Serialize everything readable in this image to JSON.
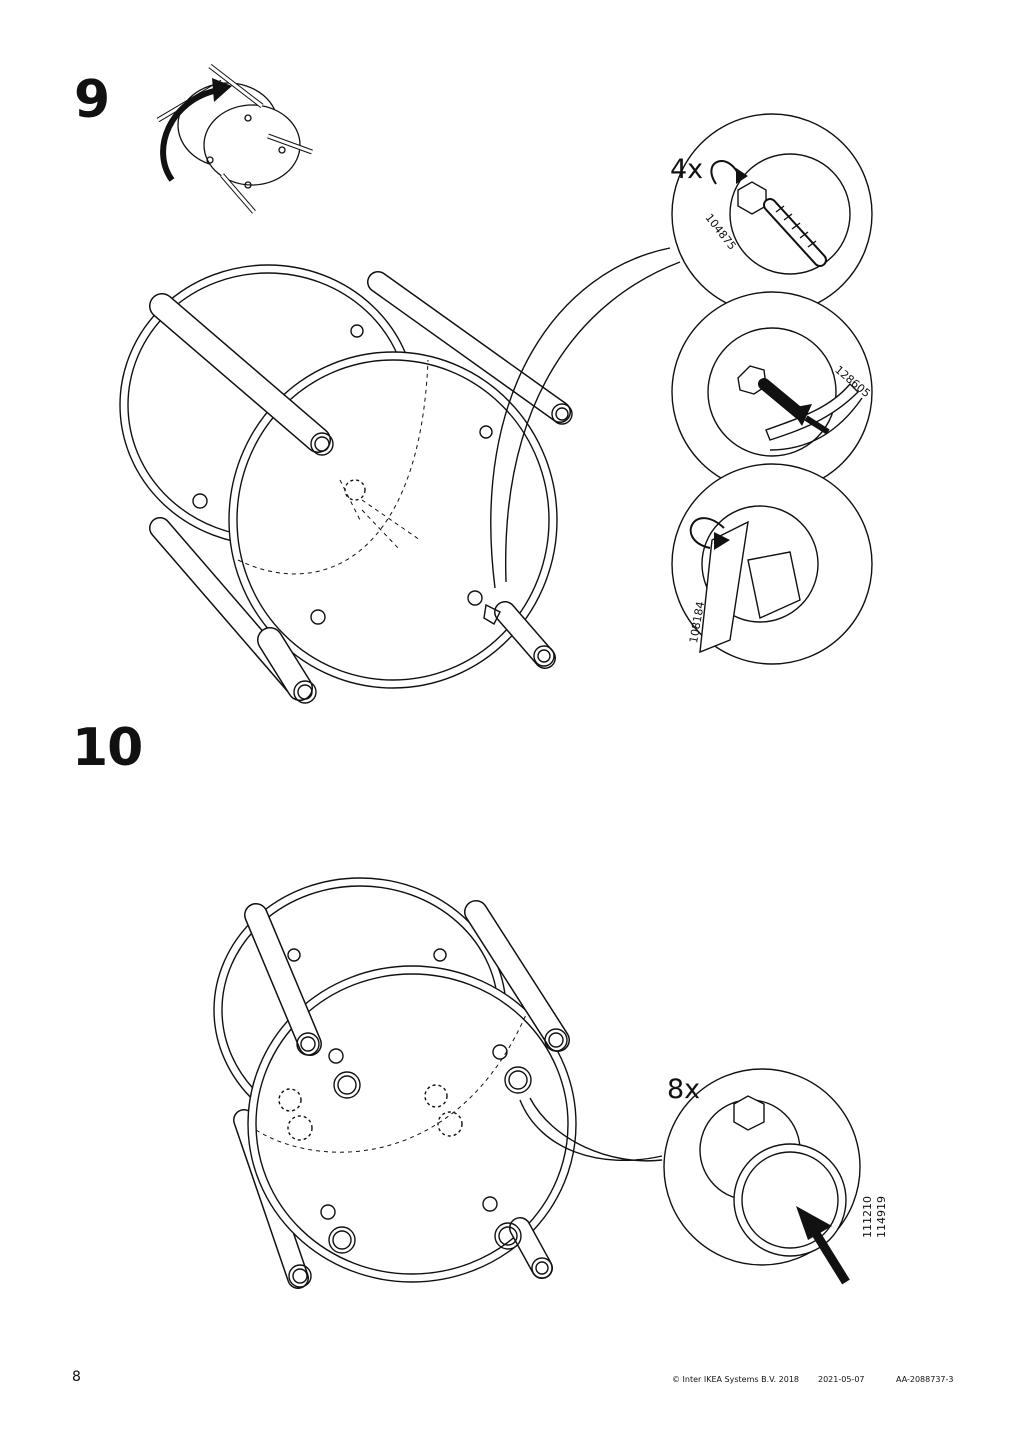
{
  "steps": [
    {
      "number": "9",
      "quantity": "4x",
      "part_numbers": [
        "104875",
        "128605",
        "108184"
      ]
    },
    {
      "number": "10",
      "quantity": "8x",
      "part_numbers": [
        "111210",
        "114919"
      ]
    }
  ],
  "footer": {
    "page_number": "8",
    "copyright": "© Inter IKEA Systems B.V. 2018",
    "date": "2021-05-07",
    "document_id": "AA-2088737-3"
  }
}
